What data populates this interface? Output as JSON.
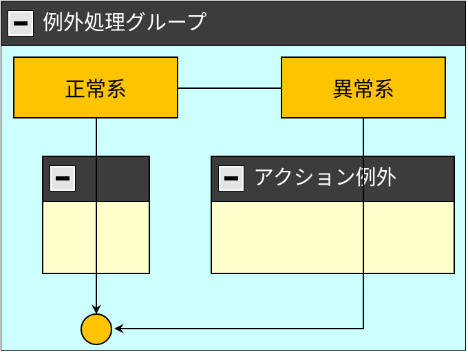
{
  "group": {
    "title": "例外処理グループ",
    "icon": "minus-icon"
  },
  "nodes": {
    "normal": {
      "label": "正常系"
    },
    "abnormal": {
      "label": "異常系"
    }
  },
  "subgroups": {
    "left": {
      "title": "",
      "icon": "minus-icon"
    },
    "right": {
      "title": "アクション例外",
      "icon": "minus-icon"
    }
  },
  "colors": {
    "group_bg": "#ccffff",
    "titlebar": "#3c3c3c",
    "node_fill": "#ffc400",
    "sub_body": "#ffffcc"
  }
}
